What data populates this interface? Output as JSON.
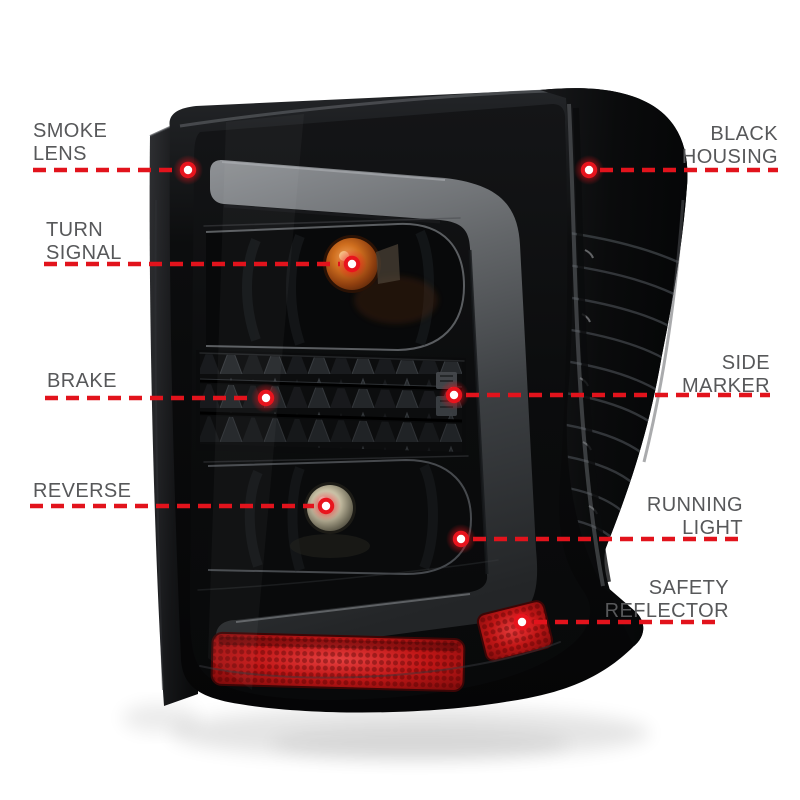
{
  "figure": {
    "type": "annotated-product-diagram",
    "subject": "automotive tail light",
    "background_color": "#ffffff",
    "accent_red": "#e2131c",
    "label_color": "#57585a",
    "dot_core_color": "#ffffff"
  },
  "callouts": {
    "smoke_lens": {
      "label": "SMOKE\nLENS",
      "side": "left"
    },
    "turn_signal": {
      "label": "TURN\nSIGNAL",
      "side": "left"
    },
    "brake": {
      "label": "BRAKE",
      "side": "left"
    },
    "reverse": {
      "label": "REVERSE",
      "side": "left"
    },
    "black_housing": {
      "label": "BLACK\nHOUSING",
      "side": "right"
    },
    "side_marker": {
      "label": "SIDE\nMARKER",
      "side": "right"
    },
    "running_light": {
      "label": "RUNNING\nLIGHT",
      "side": "right"
    },
    "safety_reflector": {
      "label": "SAFETY\nREFLECTOR",
      "side": "right"
    }
  }
}
